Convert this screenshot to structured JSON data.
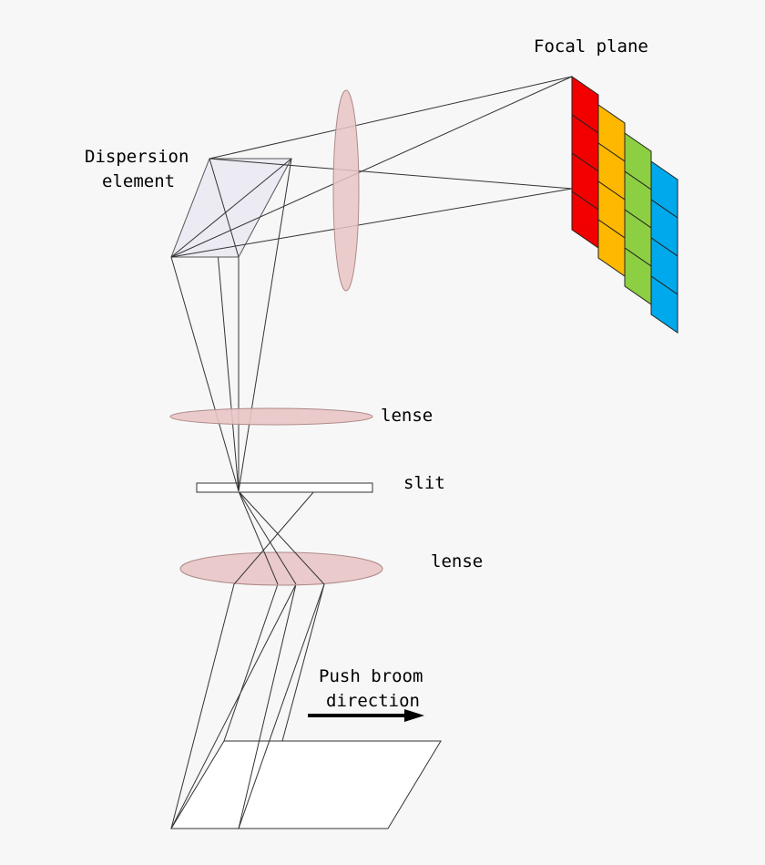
{
  "labels": {
    "focal_plane": "Focal plane",
    "dispersion_line1": "Dispersion",
    "dispersion_line2": "element",
    "lense_upper": "lense",
    "slit": "slit",
    "lense_lower": "lense",
    "push_line1": "Push broom",
    "push_line2": "direction"
  },
  "colors": {
    "background": "#f7f7f7",
    "lens_fill": "#e8c4c4",
    "lens_stroke": "#b08a8a",
    "prism_fill": "#ecebf4",
    "detector_bands": [
      "#f20000",
      "#ffb800",
      "#8ccf42",
      "#00a9ec"
    ]
  },
  "detector": {
    "bands": 4,
    "cells_per_band": 4
  }
}
